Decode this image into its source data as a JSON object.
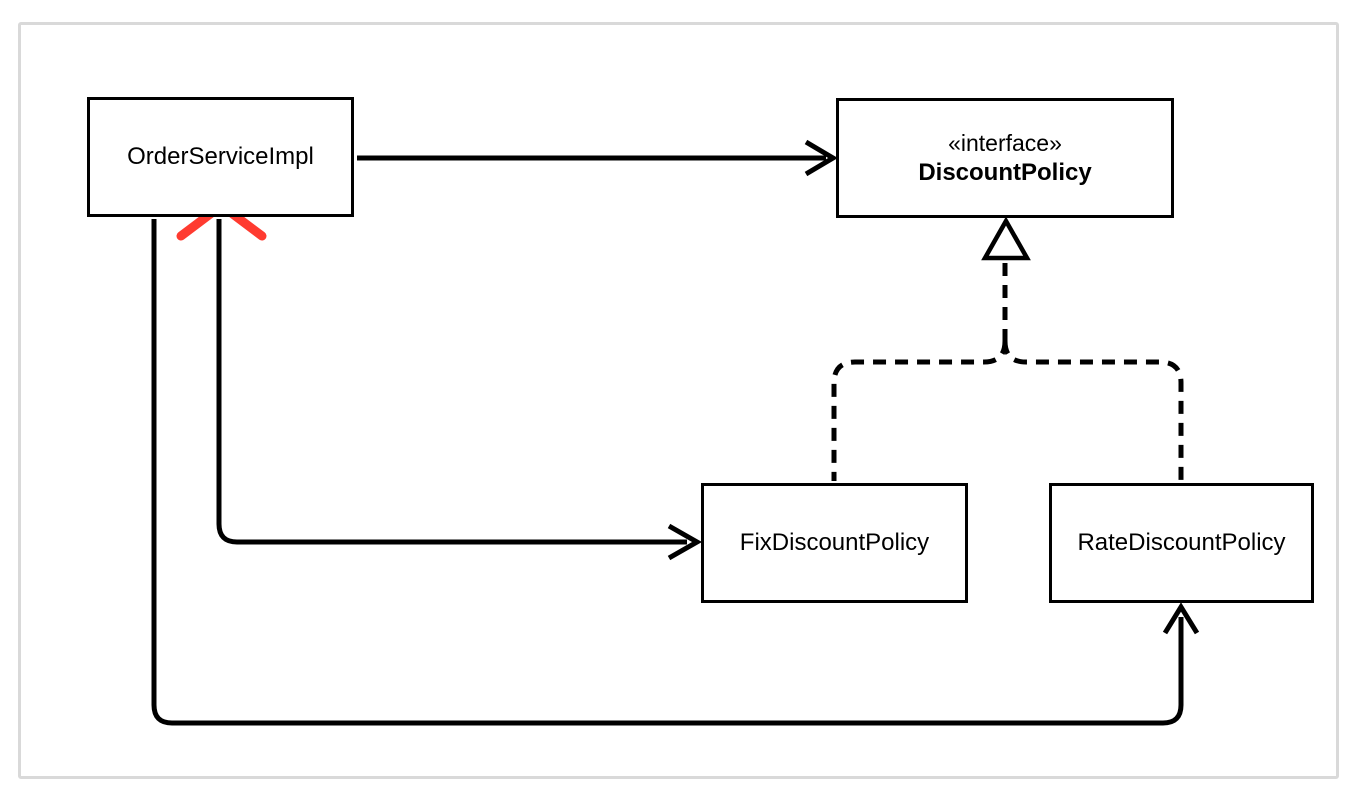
{
  "diagram": {
    "type": "uml-class-diagram",
    "nodes": {
      "order_service": {
        "label": "OrderServiceImpl"
      },
      "discount_policy": {
        "stereotype": "«interface»",
        "label": "DiscountPolicy"
      },
      "fix_discount_policy": {
        "label": "FixDiscountPolicy"
      },
      "rate_discount_policy": {
        "label": "RateDiscountPolicy"
      }
    },
    "edges": [
      {
        "from": "OrderServiceImpl",
        "to": "DiscountPolicy",
        "type": "dependency-arrow",
        "style": "solid"
      },
      {
        "from": "OrderServiceImpl",
        "to": "FixDiscountPolicy",
        "type": "dependency-arrow",
        "style": "solid",
        "annotation": "crossed-out-with-red-x"
      },
      {
        "from": "OrderServiceImpl",
        "to": "RateDiscountPolicy",
        "type": "dependency-arrow",
        "style": "solid"
      },
      {
        "from": "FixDiscountPolicy",
        "to": "DiscountPolicy",
        "type": "realization",
        "style": "dashed-hollow-triangle"
      },
      {
        "from": "RateDiscountPolicy",
        "to": "DiscountPolicy",
        "type": "realization",
        "style": "dashed-hollow-triangle"
      }
    ],
    "colors": {
      "line": "#000000",
      "box_border": "#000000",
      "frame_border": "#d9d9d9",
      "cross": "#ff3b30",
      "background": "#ffffff"
    }
  }
}
